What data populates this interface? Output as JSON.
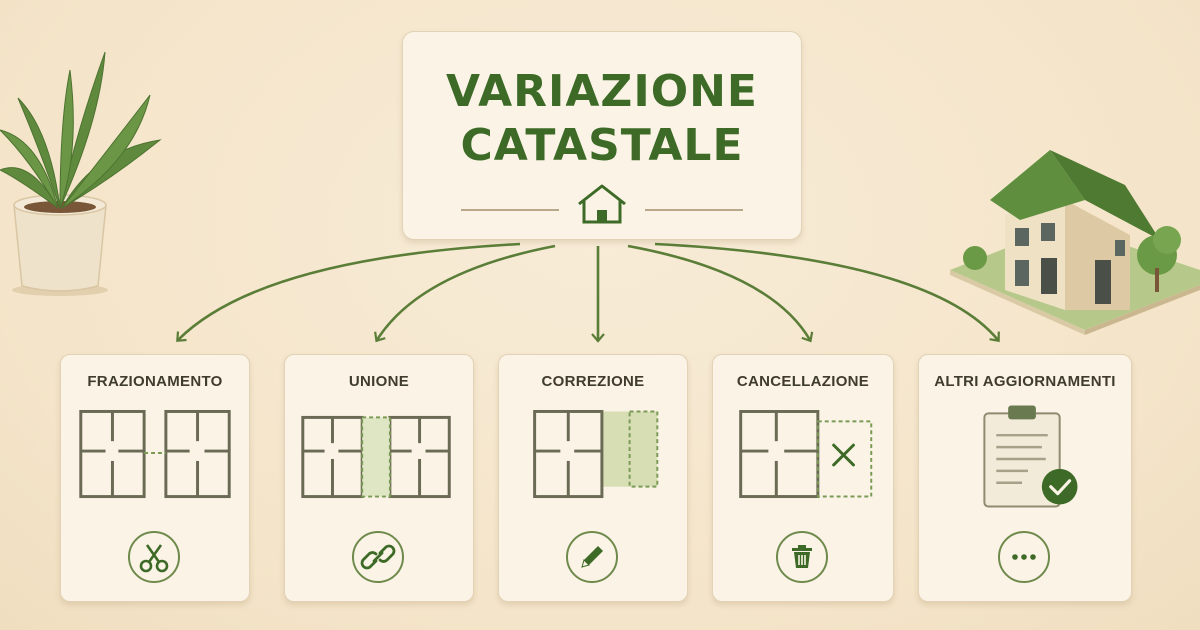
{
  "title": {
    "line1": "VARIAZIONE",
    "line2": "CATASTALE"
  },
  "colors": {
    "primary_green": "#3d6a26",
    "accent_green": "#6f8a4c",
    "card_bg": "#fbf4e6",
    "page_bg": "#f6e9d2"
  },
  "cards": [
    {
      "label": "FRAZIONAMENTO",
      "icon": "scissors-icon"
    },
    {
      "label": "UNIONE",
      "icon": "link-icon"
    },
    {
      "label": "CORREZIONE",
      "icon": "pencil-icon"
    },
    {
      "label": "CANCELLAZIONE",
      "icon": "trash-icon"
    },
    {
      "label": "ALTRI AGGIORNAMENTI",
      "icon": "ellipsis-icon"
    }
  ],
  "decorations": [
    "plant-illustration",
    "house-illustration",
    "home-icon",
    "clipboard-check-icon"
  ]
}
